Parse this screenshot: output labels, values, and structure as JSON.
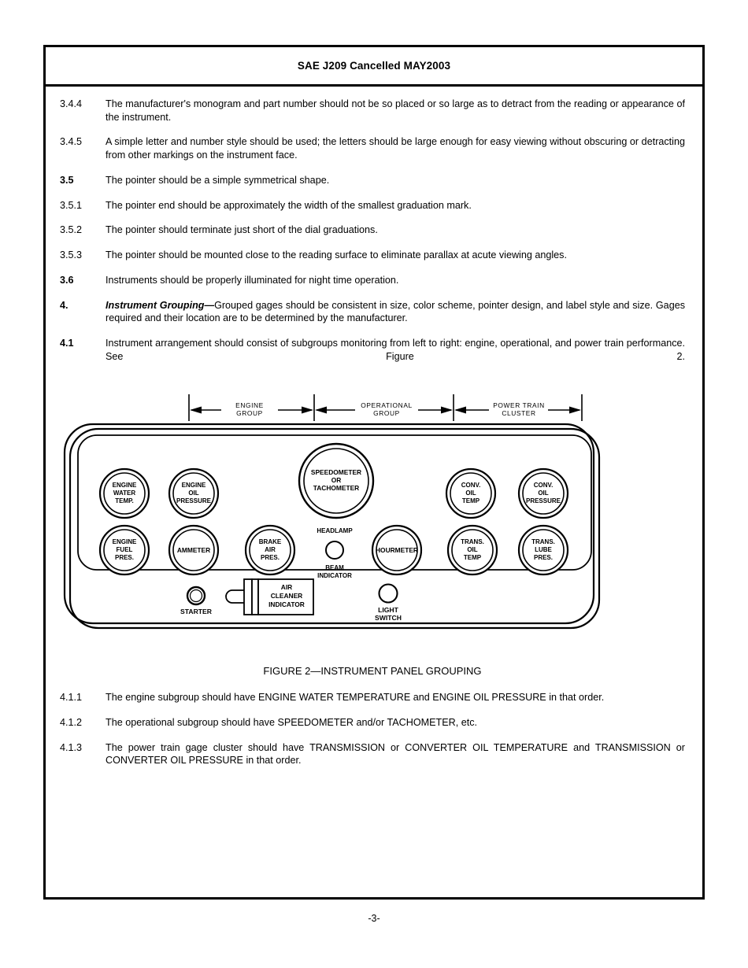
{
  "document": {
    "header_title": "SAE J209 Cancelled MAY2003",
    "page_number": "-3-"
  },
  "clauses": [
    {
      "number": "3.4.4",
      "bold_number": false,
      "text": "The manufacturer's monogram and part number should not be so placed or so large as to detract from the reading or appearance of the instrument."
    },
    {
      "number": "3.4.5",
      "bold_number": false,
      "text": "A simple letter and number style should be used; the letters should be large enough for easy viewing without obscuring or detracting from other markings on the instrument face."
    },
    {
      "number": "3.5",
      "bold_number": true,
      "text": "The pointer should be a simple symmetrical shape."
    },
    {
      "number": "3.5.1",
      "bold_number": false,
      "text": "The pointer end should be approximately the width of the smallest graduation mark."
    },
    {
      "number": "3.5.2",
      "bold_number": false,
      "text": "The pointer should terminate just short of the dial graduations."
    },
    {
      "number": "3.5.3",
      "bold_number": false,
      "text": "The pointer should be mounted close to the reading surface to eliminate parallax at acute viewing angles."
    },
    {
      "number": "3.6",
      "bold_number": true,
      "text": "Instruments should be properly illuminated for night time operation."
    },
    {
      "number": "4.",
      "bold_number": true,
      "lead_in": "Instrument Grouping—",
      "text": "Grouped gages should be consistent in size, color scheme, pointer design, and label style and size.  Gages required and their location are to be determined by the manufacturer."
    },
    {
      "number": "4.1",
      "bold_number": true,
      "text": "Instrument arrangement should consist of subgroups monitoring from left to right: engine, operational, and power train performance.   See Figure 2."
    }
  ],
  "clauses_after_figure": [
    {
      "number": "4.1.1",
      "bold_number": false,
      "text": "The engine subgroup should have ENGINE WATER TEMPERATURE and ENGINE OIL PRESSURE in that order."
    },
    {
      "number": "4.1.2",
      "bold_number": false,
      "text": "The operational subgroup should have SPEEDOMETER and/or TACHOMETER, etc."
    },
    {
      "number": "4.1.3",
      "bold_number": false,
      "text": "The power train gage cluster should have TRANSMISSION or CONVERTER OIL TEMPERATURE and TRANSMISSION or CONVERTER OIL PRESSURE in that order."
    }
  ],
  "figure": {
    "caption": "FIGURE 2—INSTRUMENT PANEL GROUPING",
    "group_labels": [
      {
        "line1": "ENGINE",
        "line2": "GROUP"
      },
      {
        "line1": "OPERATIONAL",
        "line2": "GROUP"
      },
      {
        "line1": "POWER TRAIN",
        "line2": "CLUSTER"
      }
    ],
    "gauges_row1": [
      {
        "name": "engine-water-temp",
        "lines": [
          "ENGINE",
          "WATER",
          "TEMP."
        ]
      },
      {
        "name": "engine-oil-pressure",
        "lines": [
          "ENGINE",
          "OIL",
          "PRESSURE"
        ]
      },
      {
        "name": "speedometer-or-tachometer",
        "lines": [
          "SPEEDOMETER",
          "OR",
          "TACHOMETER"
        ]
      },
      {
        "name": "conv-oil-temp",
        "lines": [
          "CONV.",
          "OIL",
          "TEMP"
        ]
      },
      {
        "name": "conv-oil-pressure",
        "lines": [
          "CONV.",
          "OIL",
          "PRESSURE"
        ]
      }
    ],
    "gauges_row2": [
      {
        "name": "engine-fuel-pres",
        "lines": [
          "ENGINE",
          "FUEL",
          "PRES."
        ]
      },
      {
        "name": "ammeter",
        "lines": [
          "AMMETER"
        ]
      },
      {
        "name": "brake-air-pres",
        "lines": [
          "BRAKE",
          "AIR",
          "PRES."
        ]
      },
      {
        "name": "hourmeter",
        "lines": [
          "HOURMETER"
        ]
      },
      {
        "name": "trans-oil-temp",
        "lines": [
          "TRANS.",
          "OIL",
          "TEMP"
        ]
      },
      {
        "name": "trans-lube-pres",
        "lines": [
          "TRANS.",
          "LUBE",
          "PRES."
        ]
      }
    ],
    "headlamp_indicator": {
      "above": "HEADLAMP",
      "below1": "BEAM",
      "below2": "INDICATOR"
    },
    "bottom_controls": {
      "starter": "STARTER",
      "air_cleaner": [
        "AIR",
        "CLEANER",
        "INDICATOR"
      ],
      "light_switch": [
        "LIGHT",
        "SWITCH"
      ]
    }
  },
  "colors": {
    "ink": "#000000",
    "paper": "#ffffff"
  }
}
